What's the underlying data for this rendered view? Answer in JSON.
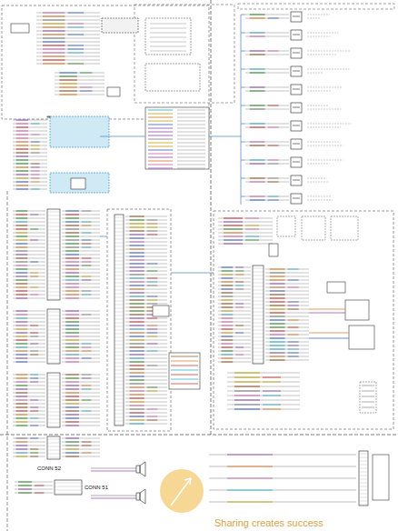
{
  "diagram": {
    "nodes": [
      {
        "text": [
          "CONN 52"
        ]
      },
      {
        "text": [
          "CONN 51"
        ]
      }
    ],
    "labels": [
      "Sharing creates success"
    ]
  }
}
